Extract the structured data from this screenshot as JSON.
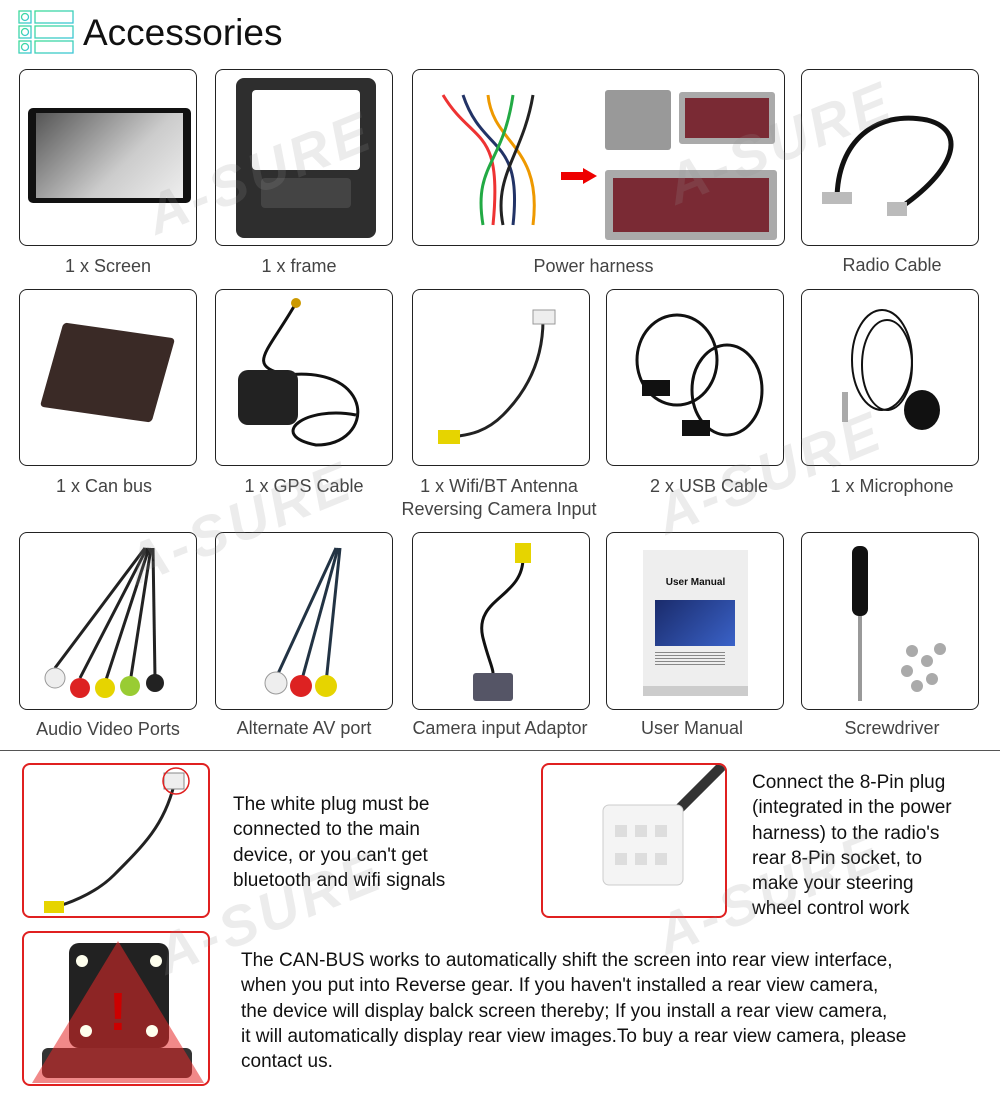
{
  "header": {
    "title": "Accessories",
    "icon": "list-icon"
  },
  "watermark": "A-SURE",
  "items": [
    {
      "label": "1 x Screen"
    },
    {
      "label": "1 x frame"
    },
    {
      "label": "Power harness"
    },
    {
      "label": "Radio Cable"
    },
    {
      "label": "1 x Can bus"
    },
    {
      "label": "1 x GPS Cable"
    },
    {
      "label": "1 x Wifi/BT Antenna",
      "label2": "Reversing Camera Input"
    },
    {
      "label": "2 x USB Cable"
    },
    {
      "label": "1 x Microphone"
    },
    {
      "label": "Audio Video Ports"
    },
    {
      "label": "Alternate AV port"
    },
    {
      "label": "Camera input Adaptor"
    },
    {
      "label": "User Manual",
      "cover_title": "User Manual"
    },
    {
      "label": "Screwdriver"
    }
  ],
  "notes": {
    "white_plug": [
      "The white plug must be",
      "connected to the main",
      "device, or you can't get",
      "bluetooth and wifi signals"
    ],
    "eight_pin": [
      "Connect the 8-Pin plug",
      "(integrated in the power",
      "harness) to the radio's",
      "rear 8-Pin socket, to",
      "make your steering",
      "wheel control work"
    ],
    "canbus": [
      "The CAN-BUS works to automatically shift the screen into rear view interface,",
      "when you put into Reverse gear. If you haven't installed a rear view camera,",
      "the device will display balck screen thereby; If you install a rear view camera,",
      "it will automatically display rear view images.To buy a rear view camera, please",
      "contact us."
    ],
    "warning_mark": "!"
  },
  "colors": {
    "accent_red": "#e02020",
    "icon_green": "#3ddc97",
    "icon_teal": "#3cc6d6"
  }
}
